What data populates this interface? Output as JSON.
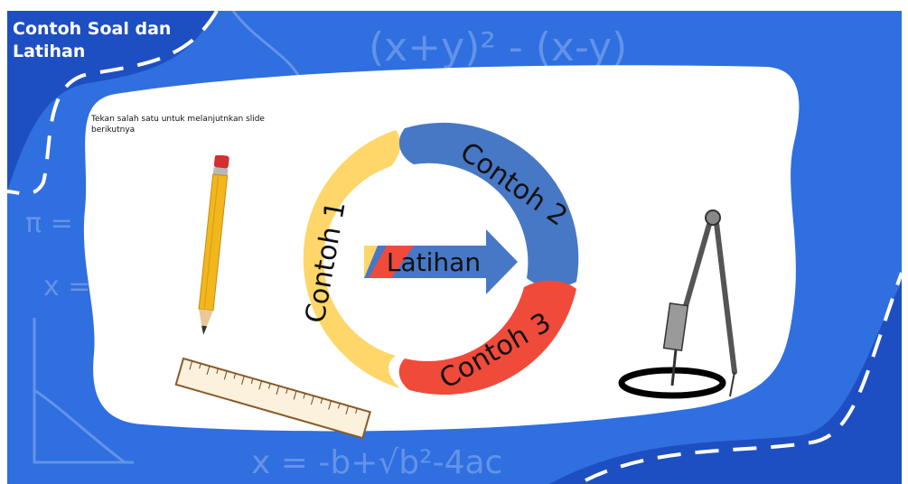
{
  "slide": {
    "title": "Contoh Soal dan Latihan",
    "instruction": "Tekan salah satu untuk melanjutnkan slide berikutnya"
  },
  "cycle": {
    "segments": [
      {
        "label": "Contoh 1",
        "color": "#fed66a"
      },
      {
        "label": "Contoh 2",
        "color": "#4778c6"
      },
      {
        "label": "Contoh 3",
        "color": "#f04a3a"
      }
    ],
    "center_label": "Latihan",
    "arrow_color": "#4778c6"
  },
  "background": {
    "color": "#2f6fe0",
    "chalk_formulas": [
      "(x+y)² - (x-y)",
      "π =",
      "x =",
      "x = -b+√b²-4ac"
    ]
  },
  "icons": [
    "pencil-icon",
    "ruler-icon",
    "compass-icon"
  ]
}
